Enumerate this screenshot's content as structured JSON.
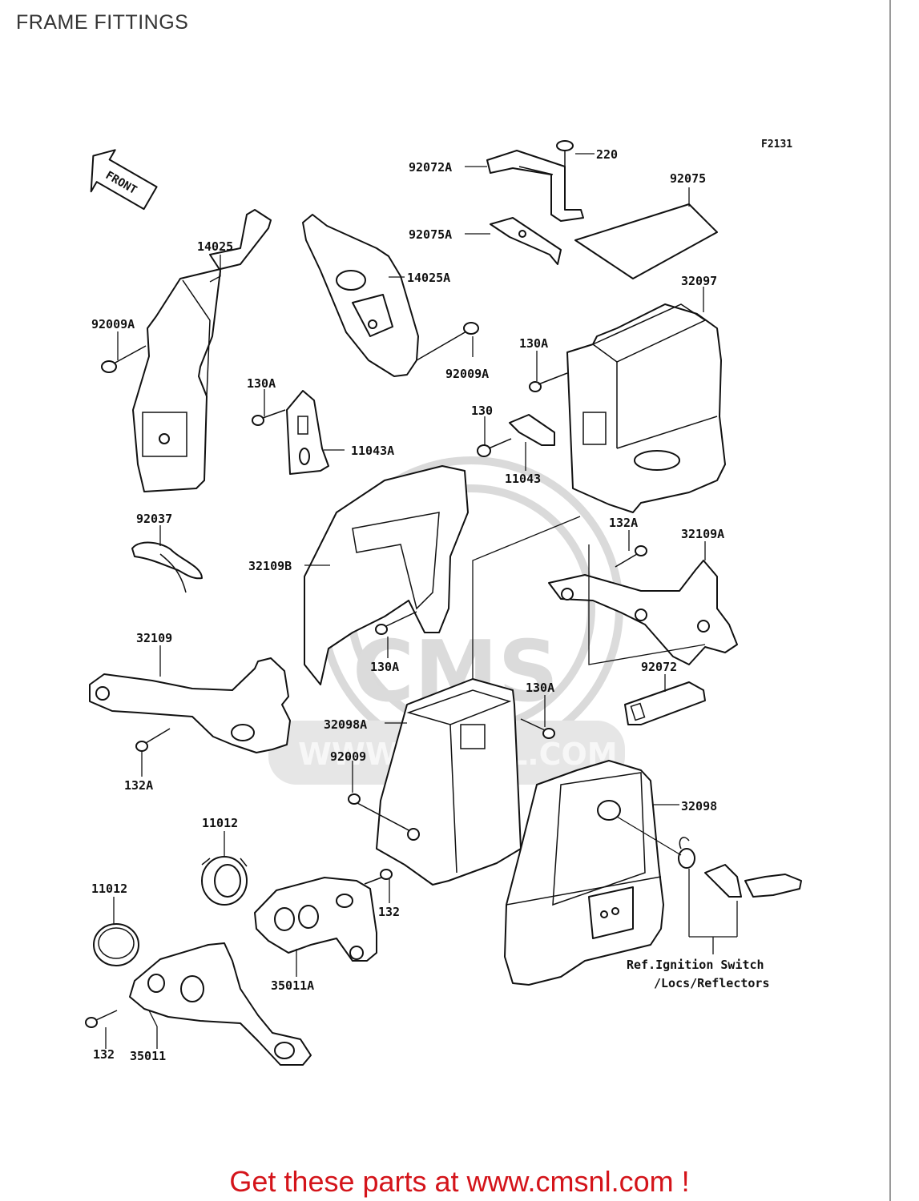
{
  "page": {
    "title": "FRAME FITTINGS",
    "figure_code": "F2131",
    "front_label": "FRONT",
    "footer_text": "Get these parts at www.cmsnl.com !"
  },
  "watermark": {
    "logo_text": "CMS",
    "url_text": "WWW.CMSNL.COM"
  },
  "labels": {
    "l_92072A": "92072A",
    "l_220": "220",
    "l_92075": "92075",
    "l_92075A": "92075A",
    "l_14025": "14025",
    "l_14025A": "14025A",
    "l_32097": "32097",
    "l_92009A_left": "92009A",
    "l_92009A_right": "92009A",
    "l_130A_top": "130A",
    "l_130A_left": "130A",
    "l_11043A": "11043A",
    "l_130": "130",
    "l_11043": "11043",
    "l_92037": "92037",
    "l_132A_top": "132A",
    "l_32109A": "32109A",
    "l_32109B": "32109B",
    "l_130A_mid": "130A",
    "l_32109": "32109",
    "l_130A_right": "130A",
    "l_92072": "92072",
    "l_32098A": "32098A",
    "l_92009": "92009",
    "l_132A_bottom": "132A",
    "l_32098": "32098",
    "l_11012_top": "11012",
    "l_11012_left": "11012",
    "l_132_mid": "132",
    "l_35011A": "35011A",
    "l_132_bottom": "132",
    "l_35011": "35011",
    "ref_line1": "Ref.Ignition Switch",
    "ref_line2": "/Locs/Reflectors"
  }
}
